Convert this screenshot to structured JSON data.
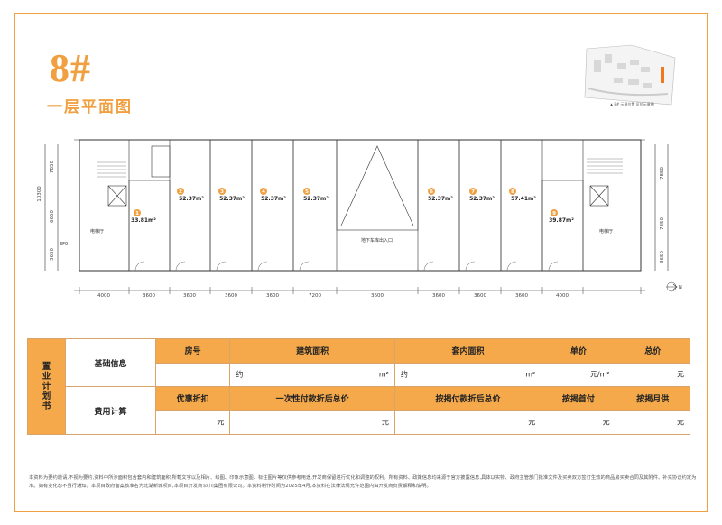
{
  "header": {
    "building": "8#",
    "floor_title": "一层平面图"
  },
  "sitemap": {
    "caption": "▲ 8# 示意位置 区位示意图"
  },
  "plan": {
    "top_dims_left": [
      "7850",
      "10300"
    ],
    "left_dims": [
      "7850",
      "6650",
      "3650"
    ],
    "right_dims": [
      "7850",
      "7850",
      "3650"
    ],
    "bottom_dims": [
      "4000",
      "3600",
      "3600",
      "3600",
      "3600",
      "7200",
      "3600",
      "3600",
      "3600",
      "3600",
      "4000"
    ],
    "units": [
      {
        "num": "1",
        "area": "33.81m²"
      },
      {
        "num": "2",
        "area": "52.37m²"
      },
      {
        "num": "3",
        "area": "52.37m²"
      },
      {
        "num": "4",
        "area": "52.37m²"
      },
      {
        "num": "5",
        "area": "52.37m²"
      },
      {
        "num": "6",
        "area": "52.37m²"
      },
      {
        "num": "7",
        "area": "52.37m²"
      },
      {
        "num": "8",
        "area": "57.41m²"
      },
      {
        "num": "9",
        "area": "39.87m²"
      }
    ],
    "elevator_hall_left": "电梯厅",
    "elevator_hall_right": "电梯厅",
    "garage_entrance": "地下车库出入口",
    "left_corner_label": "3F0",
    "north": "N"
  },
  "form": {
    "side_label": "置业计划书",
    "row1_label": "基础信息",
    "row1_headers": [
      "房号",
      "建筑面积",
      "套内面积",
      "单价",
      "总价"
    ],
    "row1_values": {
      "approx1": "约",
      "unit1": "m²",
      "approx2": "约",
      "unit2": "m²",
      "price_unit": "元/m²",
      "total_unit": "元"
    },
    "row2_label": "费用计算",
    "row2_headers": [
      "优惠折扣",
      "一次性付款折后总价",
      "按揭付款折后总价",
      "按揭首付",
      "按揭月供"
    ],
    "row2_unit": "元"
  },
  "disclaimer": "本资料为要约邀请,不视为要约,资料中所涉面积包含套内和建筑面积,所载文字以及相片、绘图、印象示意图、标注图片等仅供参考用途,开发商保留进行优化和调整的权利。所有资料、政策信息均来源于官方披露信息,具体以实物、政府主管部门批准文件及买卖双方签订生效的商品房买卖合同及其附件、补充协议约定为准。如有变化恕不另行通知。本项目政府备案核准名为北湖新城项目,本项目开发商:四川集团有限公司。本资料制作时间为2025年4月,本资料在法律法规允许范围内由开发商负责解释和说明。"
}
